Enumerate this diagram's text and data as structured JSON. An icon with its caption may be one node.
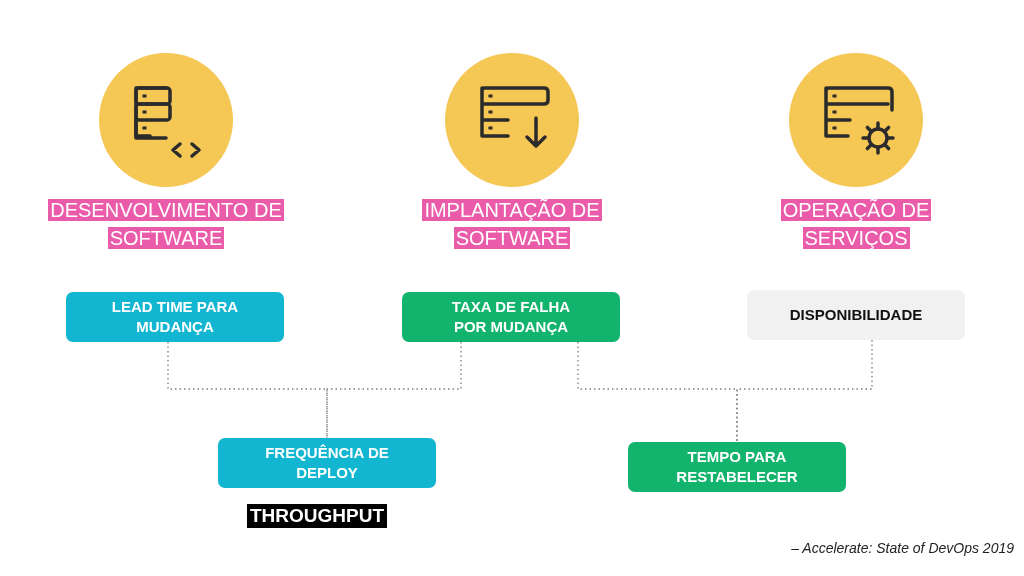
{
  "diagram": {
    "caption": "– Accelerate: State of DevOps 2019",
    "nodes": [
      {
        "text": [
          "LEAD TIME PARA MUDANÇA"
        ]
      },
      {
        "text": [
          "TAXA DE FALHA POR MUDANÇA"
        ]
      },
      {
        "text": [
          "DISPONIBILIDADE"
        ]
      },
      {
        "text": [
          "FREQUÊNCIA DE DEPLOY"
        ],
        "beside": [
          "THROUGHPUT"
        ]
      },
      {
        "text": [
          "TEMPO PARA RESTABELECER"
        ]
      }
    ],
    "edges": [
      {
        "from": 0,
        "to": 3,
        "arrow": "none",
        "style": "dashed"
      },
      {
        "from": 1,
        "to": 3,
        "arrow": "none",
        "style": "dashed"
      },
      {
        "from": 1,
        "to": 4,
        "arrow": "none",
        "style": "dashed"
      },
      {
        "from": 2,
        "to": 4,
        "arrow": "none",
        "style": "dashed"
      }
    ],
    "labels": [
      "DESENVOLVIMENTO DE SOFTWARE",
      "IMPLANTAÇÃO DE SOFTWARE",
      "OPERAÇÃO DE SERVIÇOS"
    ]
  }
}
